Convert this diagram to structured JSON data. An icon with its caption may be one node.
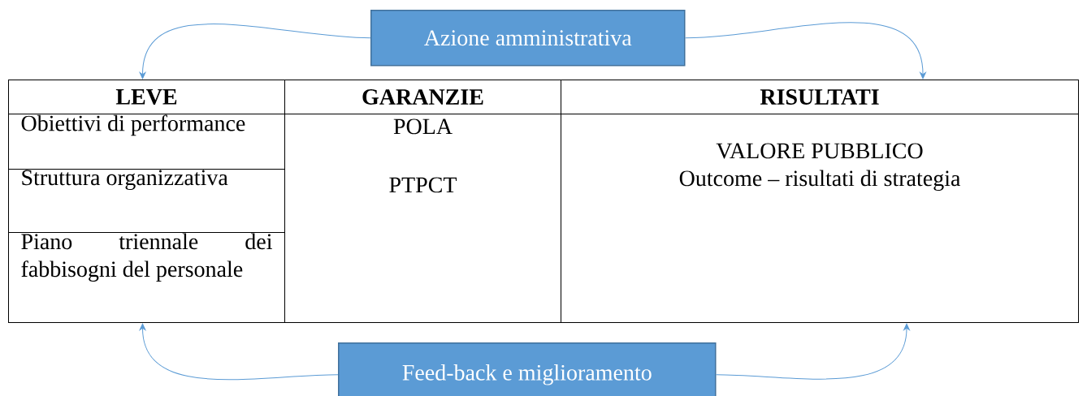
{
  "diagram": {
    "nodes": [
      {
        "text": [
          "Azione amministrativa"
        ]
      },
      {
        "text": [
          "LEVE"
        ]
      },
      {
        "text": [
          "GARANZIE"
        ]
      },
      {
        "text": [
          "RISULTATI"
        ]
      },
      {
        "text": [
          "Obiettivi di performance"
        ]
      },
      {
        "text": [
          "Struttura organizzativa"
        ]
      },
      {
        "text": [
          "Piano triennale dei fabbisogni del personale"
        ]
      },
      {
        "text": [
          "POLA",
          "PTPCT"
        ]
      },
      {
        "text": [
          "VALORE PUBBLICO",
          "Outcome – risultati di strategia"
        ]
      },
      {
        "text": [
          "Feed-back e miglioramento"
        ]
      }
    ],
    "edges": [
      {
        "from": 0,
        "to": 1,
        "arrow": "to"
      },
      {
        "from": 0,
        "to": 3,
        "arrow": "to"
      },
      {
        "from": 9,
        "to": 6,
        "arrow": "to"
      },
      {
        "from": 9,
        "to": 8,
        "arrow": "to"
      }
    ]
  }
}
